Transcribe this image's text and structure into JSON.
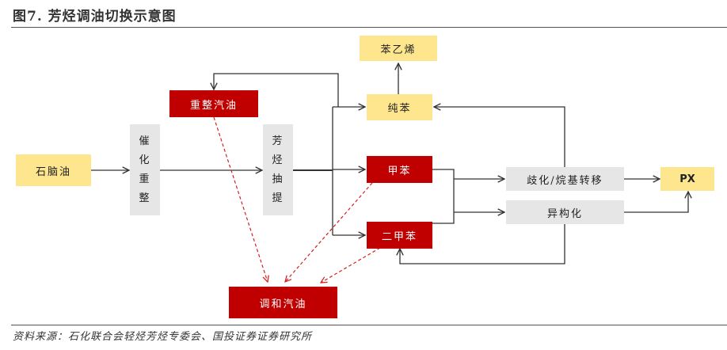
{
  "title": "图7. 芳烃调油切换示意图",
  "source": "资料来源：石化联合会轻烃芳烃专委会、国投证券证券研究所",
  "nodes": {
    "naphtha": "石脑油",
    "catalytic_reforming": [
      "催",
      "化",
      "重",
      "整"
    ],
    "aromatics_extraction": [
      "芳",
      "烃",
      "抽",
      "提"
    ],
    "reformate_gasoline": "重整汽油",
    "styrene": "苯乙烯",
    "benzene": "纯苯",
    "toluene": "甲苯",
    "xylene": "二甲苯",
    "disproportionation": "歧化/烷基转移",
    "isomerization": "异构化",
    "px": "PX",
    "blended_gasoline": "调和汽油"
  },
  "colors": {
    "yellow": "#fde68e",
    "red": "#c00000",
    "gray": "#e6e6e6",
    "line": "#333333",
    "dashed": "#d42020"
  }
}
